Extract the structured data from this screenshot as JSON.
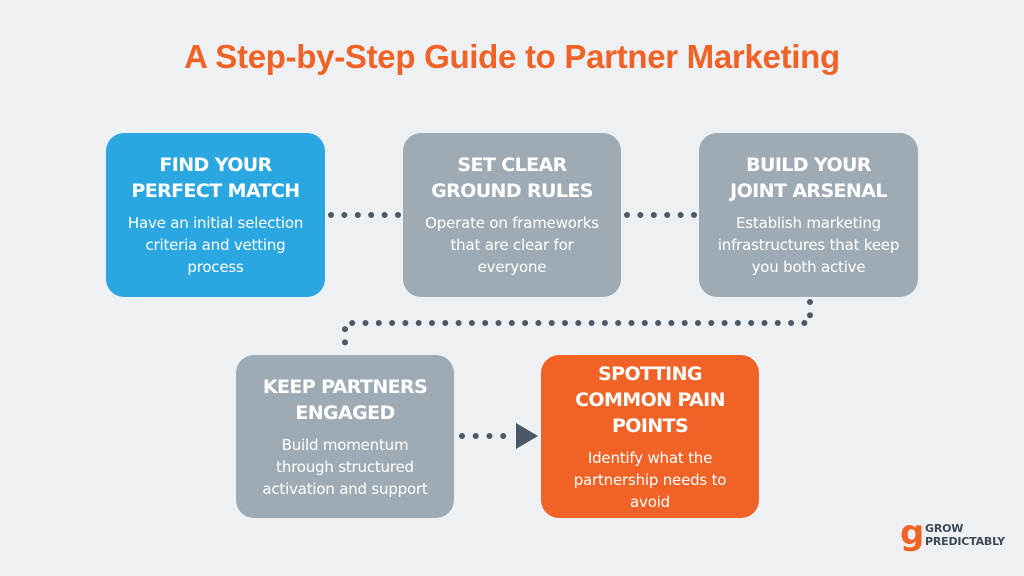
{
  "title": "A Step-by-Step Guide to Partner Marketing",
  "colors": {
    "background": "#eef1f3",
    "title": "#f06226",
    "blue": "#2aa6e0",
    "gray": "#9eabb5",
    "orange": "#f06226",
    "connector": "#4a5965",
    "logo_text": "#3d4a55"
  },
  "steps": [
    {
      "heading": "FIND YOUR PERFECT MATCH",
      "body": "Have an initial selection criteria and vetting process",
      "color": "#2aa6e0"
    },
    {
      "heading": "SET CLEAR GROUND RULES",
      "body": "Operate on frameworks that are clear for everyone",
      "color": "#9eabb5"
    },
    {
      "heading": "BUILD YOUR JOINT ARSENAL",
      "body": "Establish marketing infrastructures that keep you both active",
      "color": "#9eabb5"
    },
    {
      "heading": "KEEP PARTNERS ENGAGED",
      "body": "Build momentum through structured activation and support",
      "color": "#9eabb5"
    },
    {
      "heading": "SPOTTING COMMON PAIN POINTS",
      "body": "Identify what the partnership needs to avoid",
      "color": "#f06226"
    }
  ],
  "logo": {
    "mark": "g",
    "line1": "GROW",
    "line2": "PREDICTABLY"
  }
}
